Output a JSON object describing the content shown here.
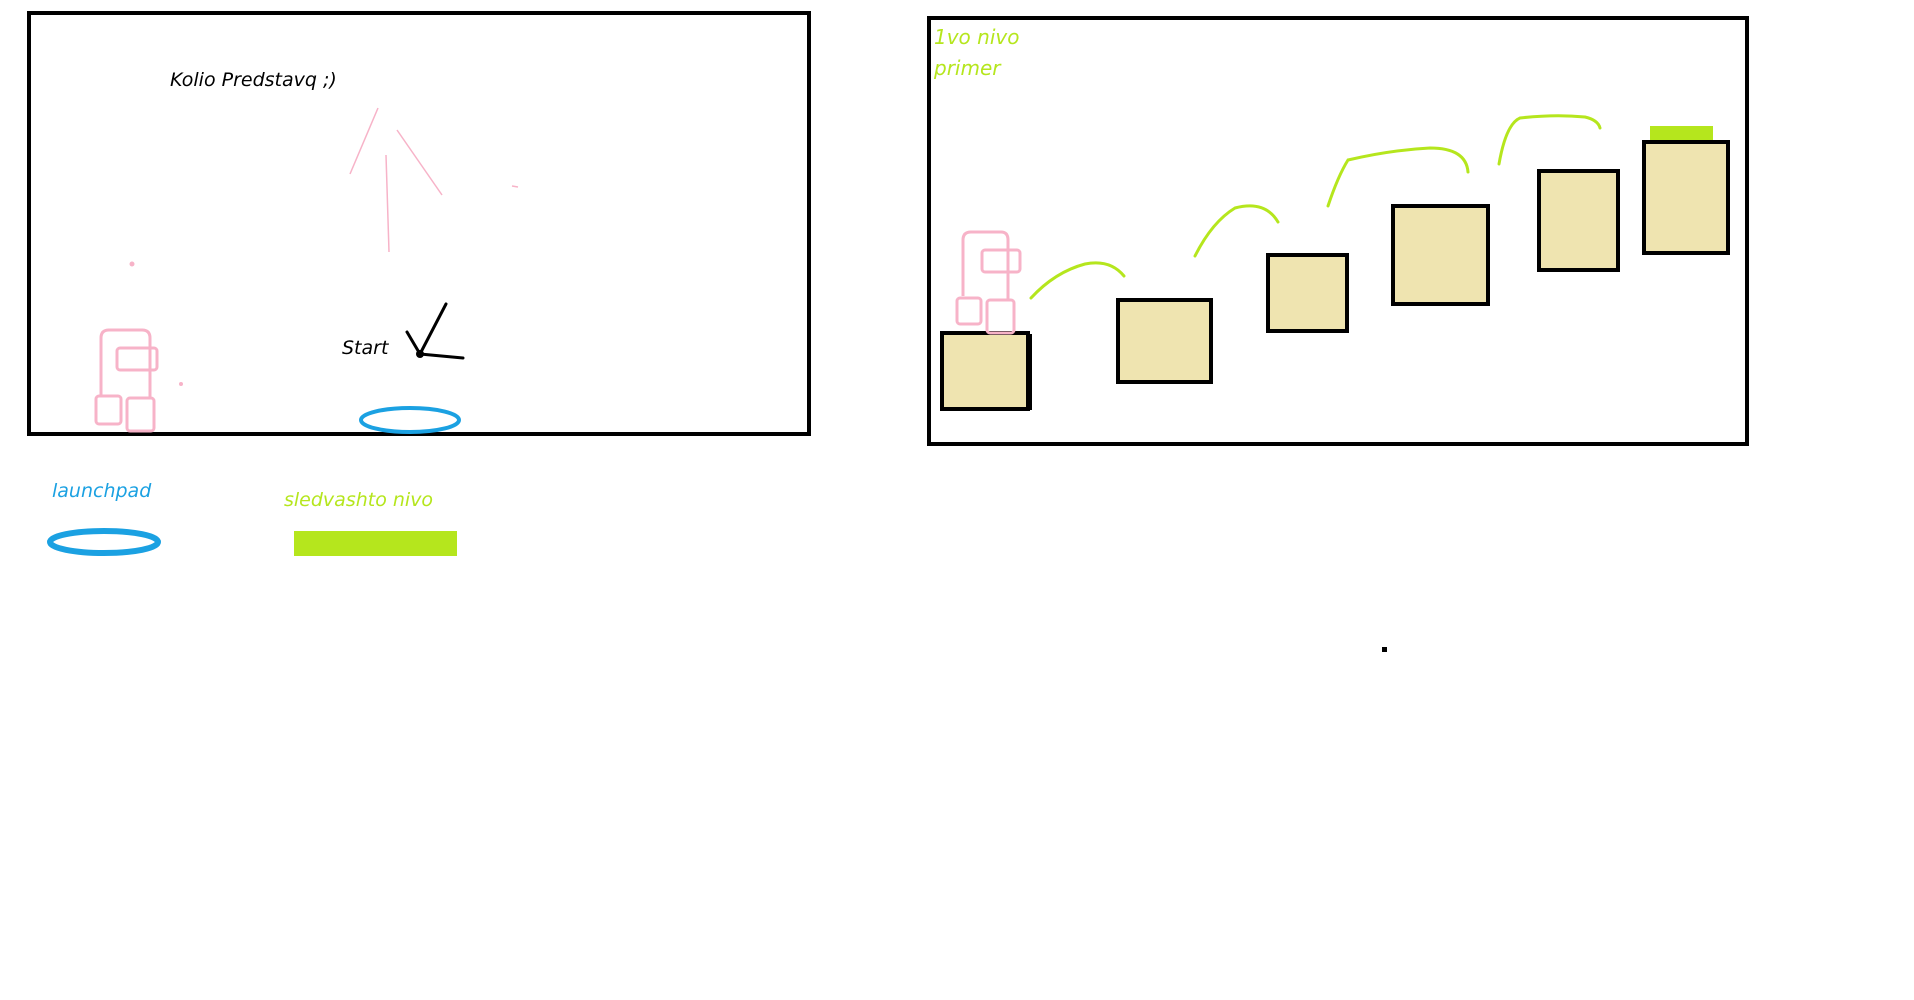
{
  "start_screen": {
    "title": "Kolio Predstavq ;)",
    "start_label": "Start"
  },
  "legend": {
    "launchpad_label": "launchpad",
    "next_level_label": "sledvashto nivo"
  },
  "level_screen": {
    "title_line1": "1vo nivo",
    "title_line2": "primer"
  },
  "colors": {
    "frame": "#000000",
    "character": "#f7b3c8",
    "launchpad": "#1ba1e2",
    "next_level": "#b5e61d",
    "platform_fill": "#efe4b0",
    "text": "#000000"
  },
  "icons": {
    "character": "robot-character-icon",
    "launchpad": "launchpad-ring-icon",
    "next_level": "next-level-bar-icon",
    "checkmark": "checkmark-icon",
    "arrow": "up-arrow-icon"
  }
}
